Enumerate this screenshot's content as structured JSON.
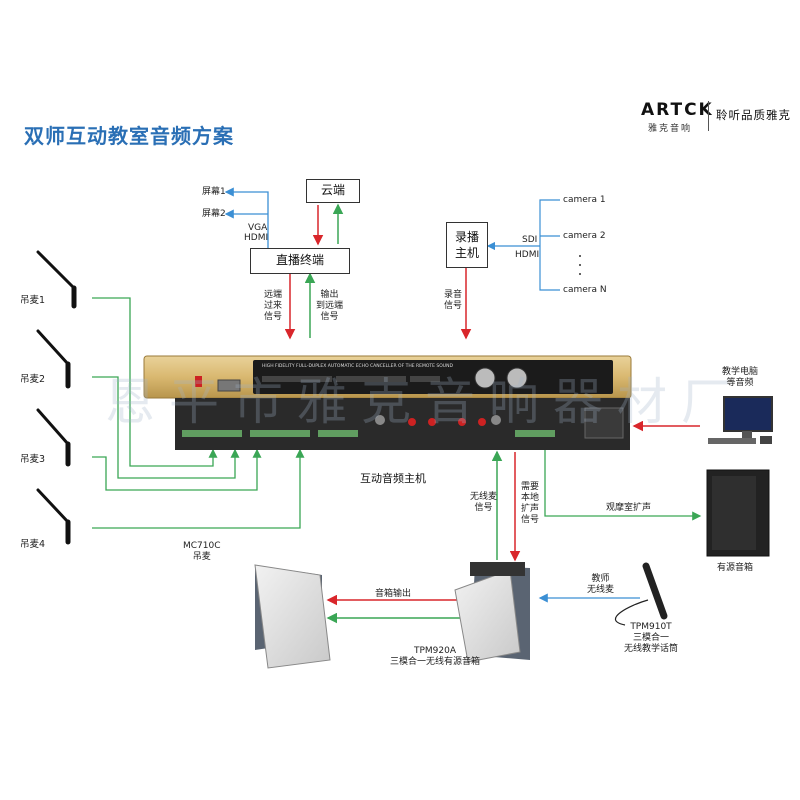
{
  "title": "双师互动教室音频方案",
  "brand": {
    "name": "ARTCK",
    "sub": "雅克音响",
    "slogan": "聆听品质雅克"
  },
  "watermark": "恩平市雅克音响器材厂",
  "colors": {
    "accent": "#2a6fb5",
    "red_line": "#d9262b",
    "green_line": "#3aa655",
    "blue_line": "#3b8fd4"
  },
  "boxes": {
    "cloud": "云端",
    "live": "直播终端",
    "recorder_line1": "录播",
    "recorder_line2": "主机",
    "main_unit": "互动音频主机"
  },
  "screens": [
    "屏幕1",
    "屏幕2"
  ],
  "cameras": [
    "camera 1",
    "camera 2",
    "camera N"
  ],
  "labels": {
    "vga": "VGA",
    "hdmi_live": "HDMI",
    "sdi": "SDI",
    "hdmi_rec": "HDMI",
    "remote_in": [
      "远端",
      "过来",
      "信号"
    ],
    "remote_out": [
      "输出",
      "到远端",
      "信号"
    ],
    "rec_signal": [
      "录音",
      "信号"
    ],
    "pc": [
      "教学电脑",
      "等音频"
    ],
    "wireless_sig": [
      "无线麦",
      "信号"
    ],
    "local_amp": [
      "需要",
      "本地",
      "扩声",
      "信号"
    ],
    "room_amp": "观摩室扩声",
    "active_speaker": "有源音箱",
    "speaker_out": "音箱输出",
    "teacher_mic": [
      "教师",
      "无线麦"
    ],
    "mic_model": [
      "MC710C",
      "吊麦"
    ],
    "tpm920a": [
      "TPM920A",
      "三模合一无线有源音箱"
    ],
    "tpm910t": [
      "TPM910T",
      "三模合一",
      "无线教学话筒"
    ]
  },
  "mics": [
    "吊麦1",
    "吊麦2",
    "吊麦3",
    "吊麦4"
  ],
  "panel_text": "HIGH FIDELITY FULL-DUPLEX AUTOMATIC ECHO CANCELLER OF THE REMOTE SOUND"
}
